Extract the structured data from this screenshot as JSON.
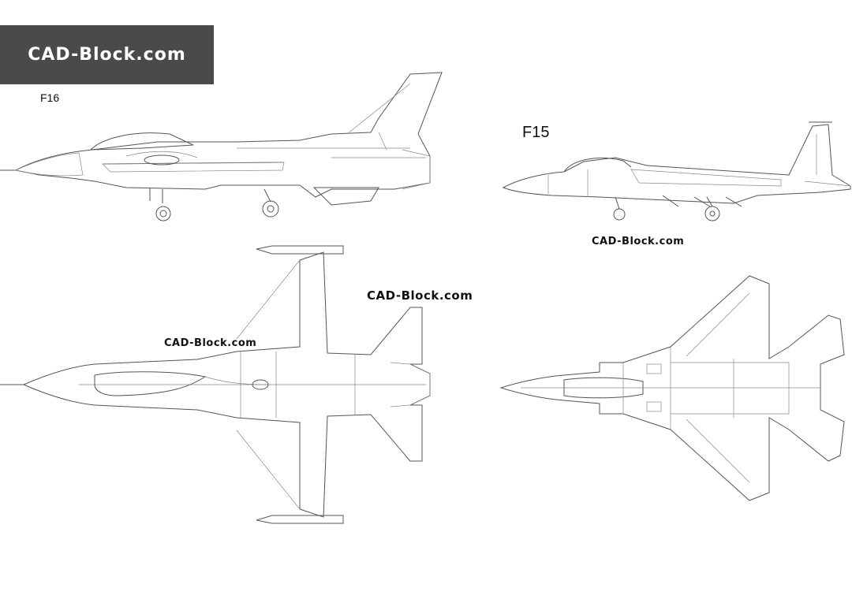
{
  "logo": {
    "text": "CAD-Block.com"
  },
  "labels": {
    "f16": "F16",
    "f15": "F15"
  },
  "watermarks": {
    "top_right": "CAD-Block.com",
    "middle": "CAD-Block.com",
    "left": "CAD-Block.com"
  },
  "drawings": {
    "f16_side": "f16-side-view-icon",
    "f16_top": "f16-top-view-icon",
    "f15_side": "f15-side-view-icon",
    "f15_top": "f15-top-view-icon"
  },
  "colors": {
    "logo_bg": "#4a4a4a",
    "line": "#555555",
    "background": "#ffffff"
  }
}
